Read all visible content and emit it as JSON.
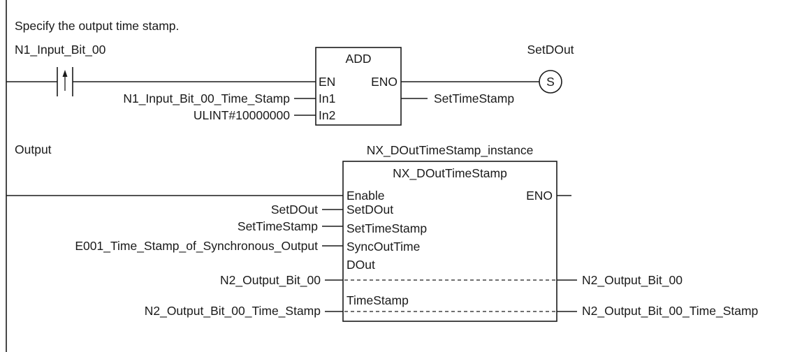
{
  "rung1": {
    "comment": "Specify the output time stamp.",
    "contact_var": "N1_Input_Bit_00",
    "block": {
      "name": "ADD",
      "pin_en": "EN",
      "pin_eno": "ENO",
      "pin_in1": "In1",
      "pin_in2": "In2",
      "in1_var": "N1_Input_Bit_00_Time_Stamp",
      "in2_var": "ULINT#10000000",
      "out_var": "SetTimeStamp"
    },
    "coil_var": "SetDOut",
    "coil_symbol": "S"
  },
  "rung2": {
    "comment": "Output",
    "instance_name": "NX_DOutTimeStamp_instance",
    "block": {
      "name": "NX_DOutTimeStamp",
      "pin_enable": "Enable",
      "pin_eno": "ENO",
      "pin_setdout": "SetDOut",
      "pin_settimestamp": "SetTimeStamp",
      "pin_syncouttime": "SyncOutTime",
      "pin_dout": "DOut",
      "pin_timestamp": "TimeStamp"
    },
    "in_setdout_var": "SetDOut",
    "in_settimestamp_var": "SetTimeStamp",
    "in_syncouttime_var": "E001_Time_Stamp_of_Synchronous_Output",
    "in_dout_var": "N2_Output_Bit_00",
    "in_timestamp_var": "N2_Output_Bit_00_Time_Stamp",
    "out_dout_var": "N2_Output_Bit_00",
    "out_timestamp_var": "N2_Output_Bit_00_Time_Stamp"
  }
}
